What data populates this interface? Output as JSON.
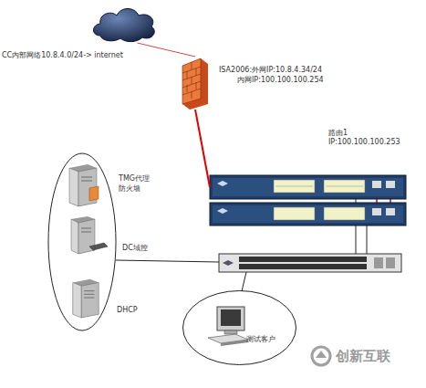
{
  "diagram": {
    "nodes": [
      {
        "text": [
          "CC内部网络10.8.4.0/24-> internet"
        ]
      },
      {
        "text": [
          "ISA2006:外网IP:10.8.4.34/24",
          "内网IP:100.100.100.254"
        ]
      },
      {
        "text": [
          "路由1",
          "IP:100.100.100.253"
        ]
      },
      {
        "text": [
          "TMG代理 防火墙"
        ]
      },
      {
        "text": [
          "DC域控"
        ]
      },
      {
        "text": [
          "DHCP"
        ]
      },
      {
        "text": [
          "测试客户"
        ]
      }
    ],
    "edges": [
      {
        "from": 0,
        "to": 1,
        "arrow": "none"
      },
      {
        "from": 1,
        "to": 2,
        "arrow": "none"
      }
    ],
    "labels": [
      "创新互联"
    ]
  }
}
